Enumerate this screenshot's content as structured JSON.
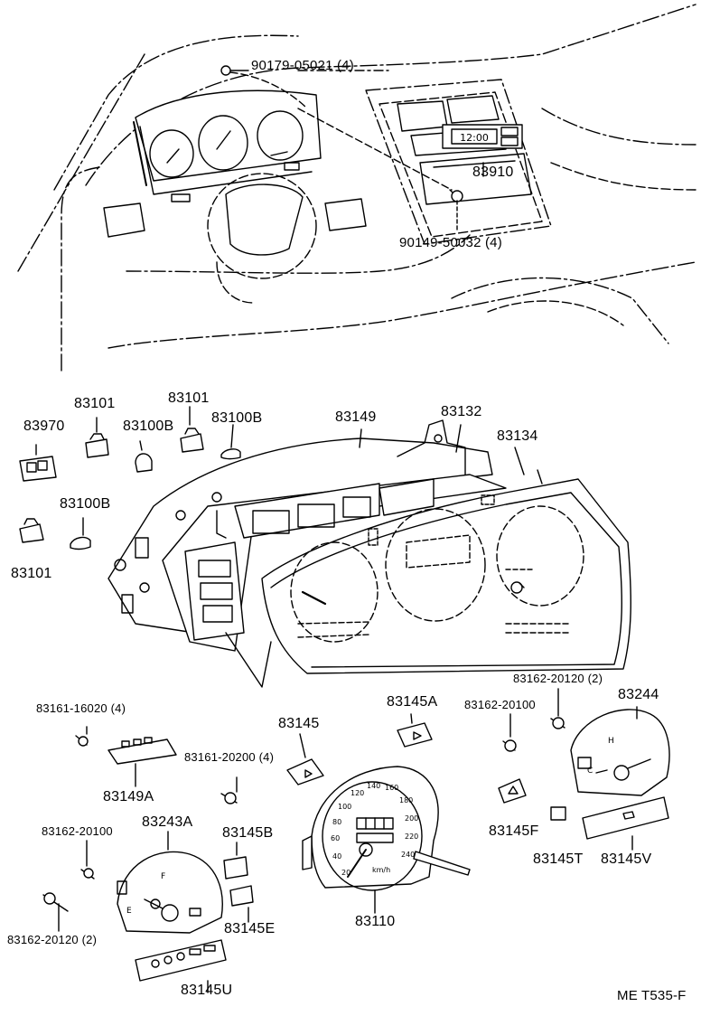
{
  "diagram": {
    "top_labels": {
      "screw_top": "90179-05021 (4)",
      "clock": "83910",
      "screw_right": "90149-50032 (4)"
    },
    "parts_labels": {
      "p83970": "83970",
      "p83101_a": "83101",
      "p83101_b": "83101",
      "p83101_c": "83101",
      "p83100b_a": "83100B",
      "p83100b_b": "83100B",
      "p83100b_c": "83100B",
      "p83149": "83149",
      "p83132": "83132",
      "p83134": "83134",
      "p83161_16020": "83161-16020 (4)",
      "p83149a": "83149A",
      "p83161_20200": "83161-20200 (4)",
      "p83145": "83145",
      "p83145a": "83145A",
      "p83162_20100_a": "83162-20100",
      "p83162_20120_a": "83162-20120 (2)",
      "p83244": "83244",
      "p83243a": "83243A",
      "p83162_20100_b": "83162-20100",
      "p83145b": "83145B",
      "p83145e": "83145E",
      "p83162_20120_b": "83162-20120 (2)",
      "p83145u": "83145U",
      "p83110": "83110",
      "p83145f": "83145F",
      "p83145t": "83145T",
      "p83145v": "83145V"
    },
    "footer_code": "ME T535-F",
    "clock_display": "12:00",
    "speedo": {
      "unit": "km/h",
      "ticks": [
        "20",
        "40",
        "60",
        "80",
        "100",
        "120",
        "140",
        "160",
        "180",
        "200",
        "220",
        "240"
      ]
    },
    "fuel_gauge": {
      "full": "F",
      "empty": "E"
    },
    "temp_gauge": {
      "hot": "H",
      "cold": "C"
    }
  }
}
